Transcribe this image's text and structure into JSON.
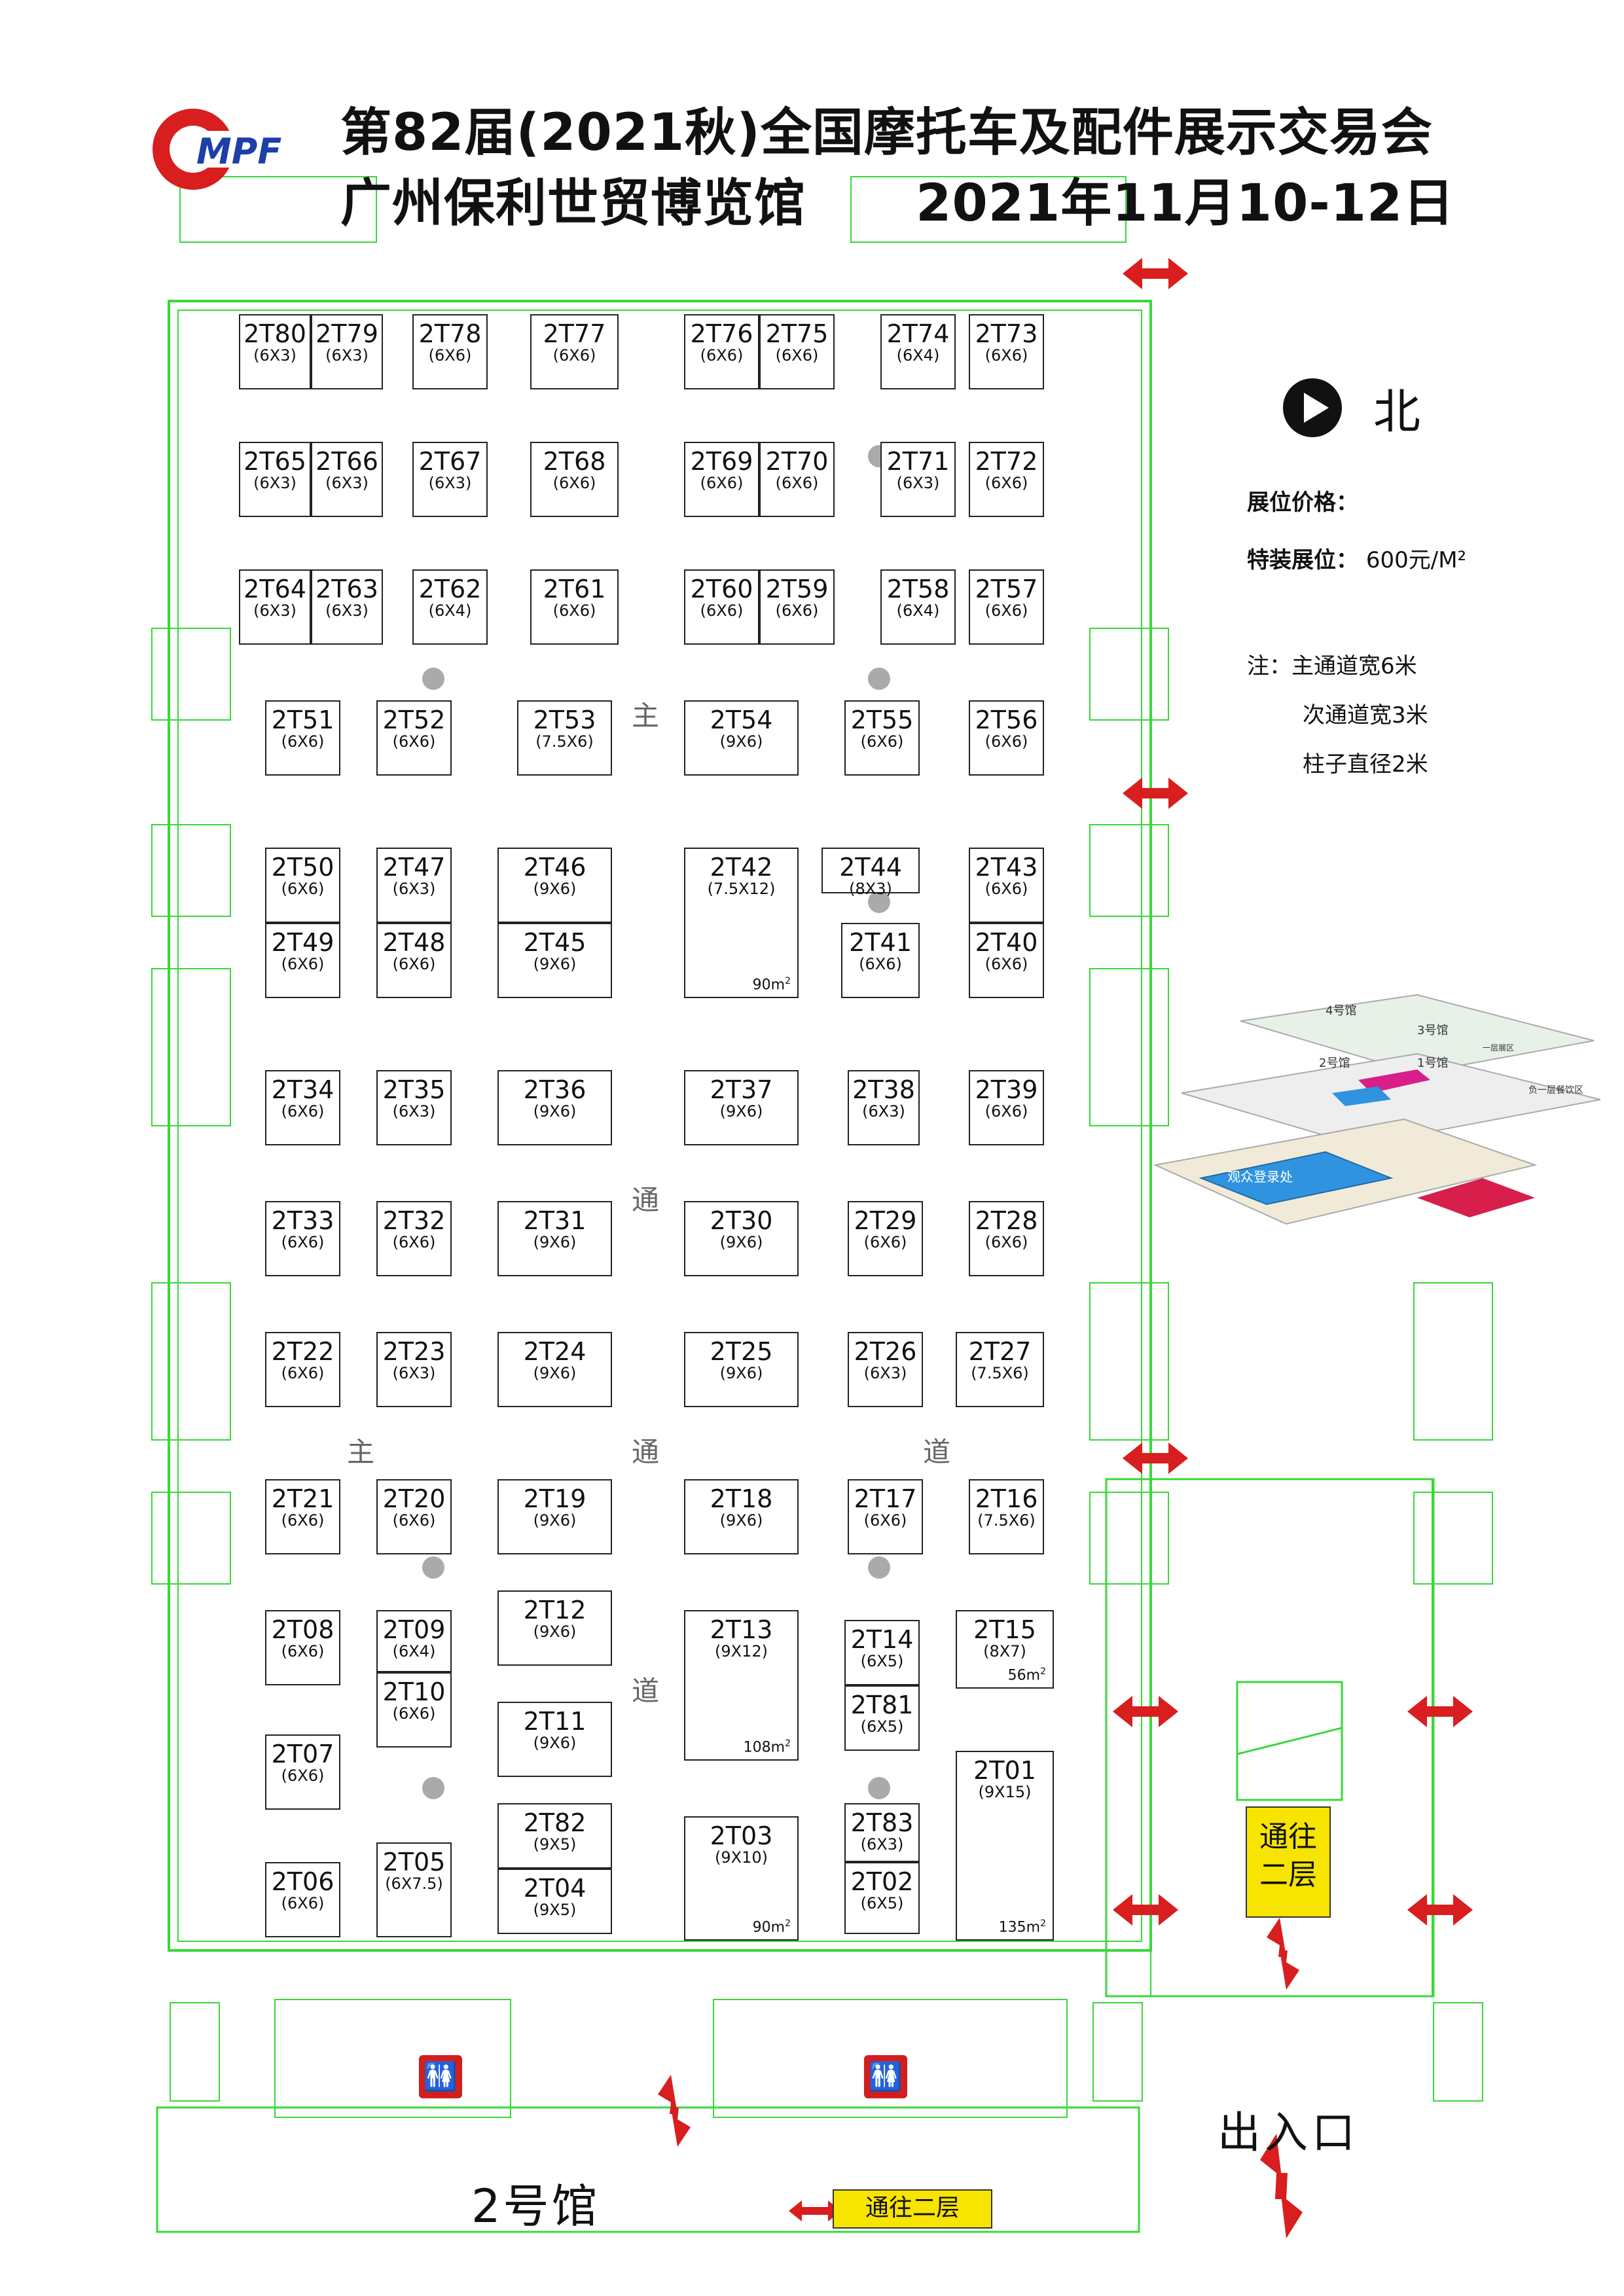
{
  "header": {
    "title": "第82届(2021秋)全国摩托车及配件展示交易会",
    "venue": "广州保利世贸博览馆",
    "dates": "2021年11月10-12日",
    "logo_text": "MPF"
  },
  "legend": {
    "north_label": "北",
    "price_heading": "展位价格：",
    "special_label": "特装展位：",
    "special_price": "600元/M²",
    "note_main": "注：主通道宽6米",
    "note_secondary": "次通道宽3米",
    "note_column": "柱子直径2米"
  },
  "aisles": [
    "主",
    "通",
    "主",
    "通",
    "道",
    "道"
  ],
  "booths": [
    {
      "id": "2T80",
      "size": "(6X3)"
    },
    {
      "id": "2T79",
      "size": "(6X3)"
    },
    {
      "id": "2T78",
      "size": "(6X6)"
    },
    {
      "id": "2T77",
      "size": "(6X6)"
    },
    {
      "id": "2T76",
      "size": "(6X6)"
    },
    {
      "id": "2T75",
      "size": "(6X6)"
    },
    {
      "id": "2T74",
      "size": "(6X4)"
    },
    {
      "id": "2T73",
      "size": "(6X6)"
    },
    {
      "id": "2T65",
      "size": "(6X3)"
    },
    {
      "id": "2T66",
      "size": "(6X3)"
    },
    {
      "id": "2T67",
      "size": "(6X3)"
    },
    {
      "id": "2T68",
      "size": "(6X6)"
    },
    {
      "id": "2T69",
      "size": "(6X6)"
    },
    {
      "id": "2T70",
      "size": "(6X6)"
    },
    {
      "id": "2T71",
      "size": "(6X3)"
    },
    {
      "id": "2T72",
      "size": "(6X6)"
    },
    {
      "id": "2T64",
      "size": "(6X3)"
    },
    {
      "id": "2T63",
      "size": "(6X3)"
    },
    {
      "id": "2T62",
      "size": "(6X4)"
    },
    {
      "id": "2T61",
      "size": "(6X6)"
    },
    {
      "id": "2T60",
      "size": "(6X6)"
    },
    {
      "id": "2T59",
      "size": "(6X6)"
    },
    {
      "id": "2T58",
      "size": "(6X4)"
    },
    {
      "id": "2T57",
      "size": "(6X6)"
    },
    {
      "id": "2T51",
      "size": "(6X6)"
    },
    {
      "id": "2T52",
      "size": "(6X6)"
    },
    {
      "id": "2T53",
      "size": "(7.5X6)"
    },
    {
      "id": "2T54",
      "size": "(9X6)"
    },
    {
      "id": "2T55",
      "size": "(6X6)"
    },
    {
      "id": "2T56",
      "size": "(6X6)"
    },
    {
      "id": "2T50",
      "size": "(6X6)"
    },
    {
      "id": "2T47",
      "size": "(6X3)"
    },
    {
      "id": "2T46",
      "size": "(9X6)"
    },
    {
      "id": "2T42",
      "size": "(7.5X12)",
      "area": "90m",
      "area_sup": "2"
    },
    {
      "id": "2T44",
      "size": "(8X3)"
    },
    {
      "id": "2T43",
      "size": "(6X6)"
    },
    {
      "id": "2T49",
      "size": "(6X6)"
    },
    {
      "id": "2T48",
      "size": "(6X6)"
    },
    {
      "id": "2T45",
      "size": "(9X6)"
    },
    {
      "id": "2T41",
      "size": "(6X6)"
    },
    {
      "id": "2T40",
      "size": "(6X6)"
    },
    {
      "id": "2T34",
      "size": "(6X6)"
    },
    {
      "id": "2T35",
      "size": "(6X3)"
    },
    {
      "id": "2T36",
      "size": "(9X6)"
    },
    {
      "id": "2T37",
      "size": "(9X6)"
    },
    {
      "id": "2T38",
      "size": "(6X3)"
    },
    {
      "id": "2T39",
      "size": "(6X6)"
    },
    {
      "id": "2T33",
      "size": "(6X6)"
    },
    {
      "id": "2T32",
      "size": "(6X6)"
    },
    {
      "id": "2T31",
      "size": "(9X6)"
    },
    {
      "id": "2T30",
      "size": "(9X6)"
    },
    {
      "id": "2T29",
      "size": "(6X6)"
    },
    {
      "id": "2T28",
      "size": "(6X6)"
    },
    {
      "id": "2T22",
      "size": "(6X6)"
    },
    {
      "id": "2T23",
      "size": "(6X3)"
    },
    {
      "id": "2T24",
      "size": "(9X6)"
    },
    {
      "id": "2T25",
      "size": "(9X6)"
    },
    {
      "id": "2T26",
      "size": "(6X3)"
    },
    {
      "id": "2T27",
      "size": "(7.5X6)"
    },
    {
      "id": "2T21",
      "size": "(6X6)"
    },
    {
      "id": "2T20",
      "size": "(6X6)"
    },
    {
      "id": "2T19",
      "size": "(9X6)"
    },
    {
      "id": "2T18",
      "size": "(9X6)"
    },
    {
      "id": "2T17",
      "size": "(6X6)"
    },
    {
      "id": "2T16",
      "size": "(7.5X6)"
    },
    {
      "id": "2T08",
      "size": "(6X6)"
    },
    {
      "id": "2T09",
      "size": "(6X4)"
    },
    {
      "id": "2T12",
      "size": "(9X6)"
    },
    {
      "id": "2T13",
      "size": "(9X12)",
      "area": "108m",
      "area_sup": "2"
    },
    {
      "id": "2T14",
      "size": "(6X5)"
    },
    {
      "id": "2T15",
      "size": "(8X7)",
      "area": "56m",
      "area_sup": "2"
    },
    {
      "id": "2T10",
      "size": "(6X6)"
    },
    {
      "id": "2T11",
      "size": "(9X6)"
    },
    {
      "id": "2T81",
      "size": "(6X5)"
    },
    {
      "id": "2T07",
      "size": "(6X6)"
    },
    {
      "id": "2T82",
      "size": "(9X5)"
    },
    {
      "id": "2T83",
      "size": "(6X3)"
    },
    {
      "id": "2T01",
      "size": "(9X15)",
      "area": "135m",
      "area_sup": "2"
    },
    {
      "id": "2T06",
      "size": "(6X6)"
    },
    {
      "id": "2T05",
      "size": "(6X7.5)"
    },
    {
      "id": "2T04",
      "size": "(9X5)"
    },
    {
      "id": "2T03",
      "size": "(9X10)",
      "area": "90m",
      "area_sup": "2"
    },
    {
      "id": "2T02",
      "size": "(6X5)"
    }
  ],
  "mini_map_labels": [
    "4号馆",
    "3号馆",
    "2号馆",
    "1号馆",
    "观众登录处",
    "负一层餐饮区",
    "一层展区"
  ],
  "stair_box": {
    "line1": "通往",
    "line2": "二层"
  },
  "entrance_label": "出入口",
  "hall_label": "2号馆",
  "bottom_stair_label": "通往二层",
  "colors": {
    "walls": "#39d839",
    "arrows": "#d81e1e",
    "stair_fill": "#f7e400",
    "booth_border": "#222222"
  }
}
